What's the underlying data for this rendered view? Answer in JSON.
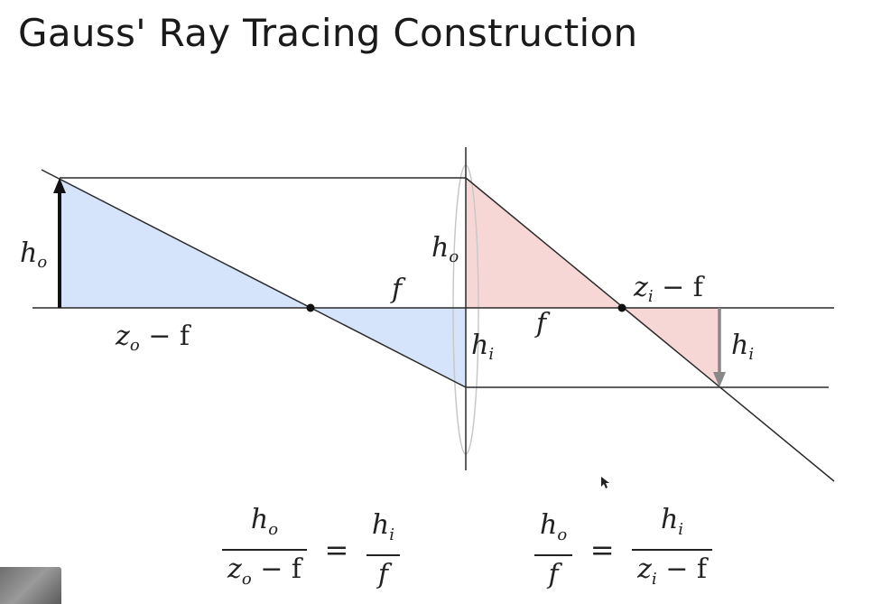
{
  "title": "Gauss' Ray Tracing Construction",
  "colors": {
    "object_triangle": "#d6e4fb",
    "image_triangle": "#f7d7d6",
    "lines": "#2a2a2a",
    "lens": "#c8c8c8",
    "image_arrow": "#888888"
  },
  "labels": {
    "h": "h",
    "o": "o",
    "i": "i",
    "f": "f",
    "z": "z",
    "minus_f": " − f"
  },
  "equations": {
    "left": {
      "num_main": "h",
      "num_sub": "o",
      "den_main": "z",
      "den_sub": "o",
      "den_tail": " − f",
      "equals": "=",
      "rnum_main": "h",
      "rnum_sub": "i",
      "rden": "f"
    },
    "right": {
      "num_main": "h",
      "num_sub": "o",
      "den": "f",
      "equals": "=",
      "rnum_main": "h",
      "rnum_sub": "i",
      "rden_main": "z",
      "rden_sub": "i",
      "rden_tail": " − f"
    }
  }
}
